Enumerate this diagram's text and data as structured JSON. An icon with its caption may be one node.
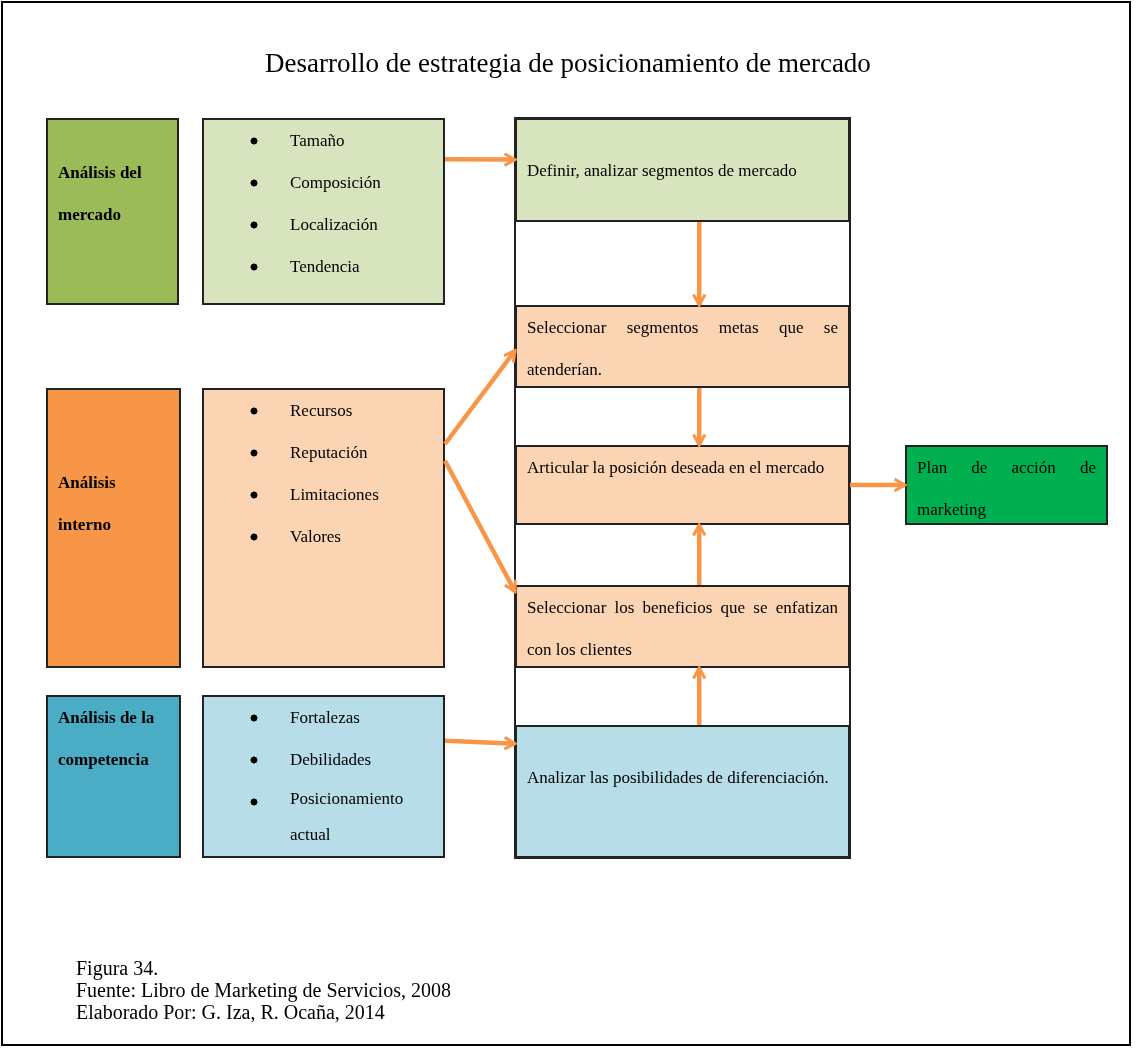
{
  "diagram": {
    "title": "Desarrollo de estrategia de posicionamiento de mercado",
    "nodes": [
      {
        "text": [
          "Análisis del mercado"
        ]
      },
      {
        "text": [
          "Tamaño",
          "Composición",
          "Localización",
          "Tendencia"
        ]
      },
      {
        "text": [
          "Análisis interno"
        ]
      },
      {
        "text": [
          "Recursos",
          "Reputación",
          "Limitaciones",
          "Valores"
        ]
      },
      {
        "text": [
          "Análisis de la competencia"
        ]
      },
      {
        "text": [
          "Fortalezas",
          "Debilidades",
          "Posicionamiento actual"
        ]
      },
      {
        "text": [
          "Definir, analizar segmentos de mercado"
        ]
      },
      {
        "text": [
          "Seleccionar segmentos metas que se atenderían."
        ]
      },
      {
        "text": [
          "Articular la posición deseada en el mercado"
        ]
      },
      {
        "text": [
          "Seleccionar los beneficios que se enfatizan con los clientes"
        ]
      },
      {
        "text": [
          "Analizar las posibilidades de diferenciación."
        ]
      },
      {
        "text": [
          "Plan de acción de marketing"
        ]
      }
    ],
    "edges": [
      {
        "from": 1,
        "to": 6,
        "arrow": "to"
      },
      {
        "from": 3,
        "to": 7,
        "arrow": "to"
      },
      {
        "from": 3,
        "to": 9,
        "arrow": "to"
      },
      {
        "from": 5,
        "to": 10,
        "arrow": "to"
      },
      {
        "from": 6,
        "to": 7,
        "arrow": "to"
      },
      {
        "from": 7,
        "to": 8,
        "arrow": "to"
      },
      {
        "from": 9,
        "to": 8,
        "arrow": "to"
      },
      {
        "from": 10,
        "to": 9,
        "arrow": "to"
      },
      {
        "from": 8,
        "to": 11,
        "arrow": "to"
      }
    ],
    "labels": [
      "Figura 34.",
      "Fuente: Libro de Marketing de Servicios, 2008",
      "Elaborado Por: G. Iza, R. Ocaña, 2014"
    ]
  }
}
